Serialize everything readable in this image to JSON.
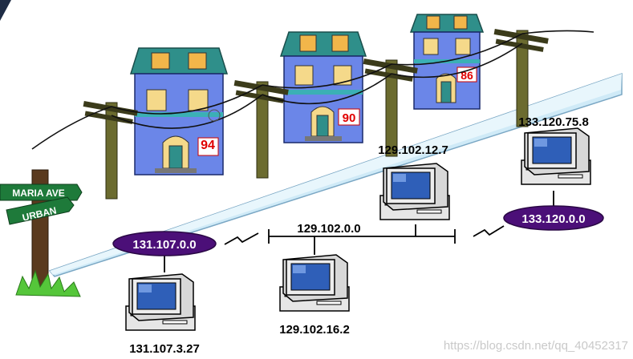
{
  "street": {
    "sign_top": "MARIA AVE",
    "sign_bottom": "URBAN"
  },
  "houses": [
    {
      "number": "94"
    },
    {
      "number": "90"
    },
    {
      "number": "86"
    }
  ],
  "networks": {
    "left": "131.107.0.0",
    "center": "129.102.0.0",
    "right": "133.120.0.0"
  },
  "hosts": {
    "bottom_left": "131.107.3.27",
    "bottom_center": "129.102.16.2",
    "upper_center": "129.102.12.7",
    "upper_right": "133.120.75.8"
  },
  "watermark": "https://blog.csdn.net/qq_40452317",
  "colors": {
    "house_wall": "#6b86e8",
    "roof": "#2f8f8a",
    "road": "#cfeaf7",
    "network_ellipse": "#4b0f78",
    "pole": "#6b6b2f"
  }
}
